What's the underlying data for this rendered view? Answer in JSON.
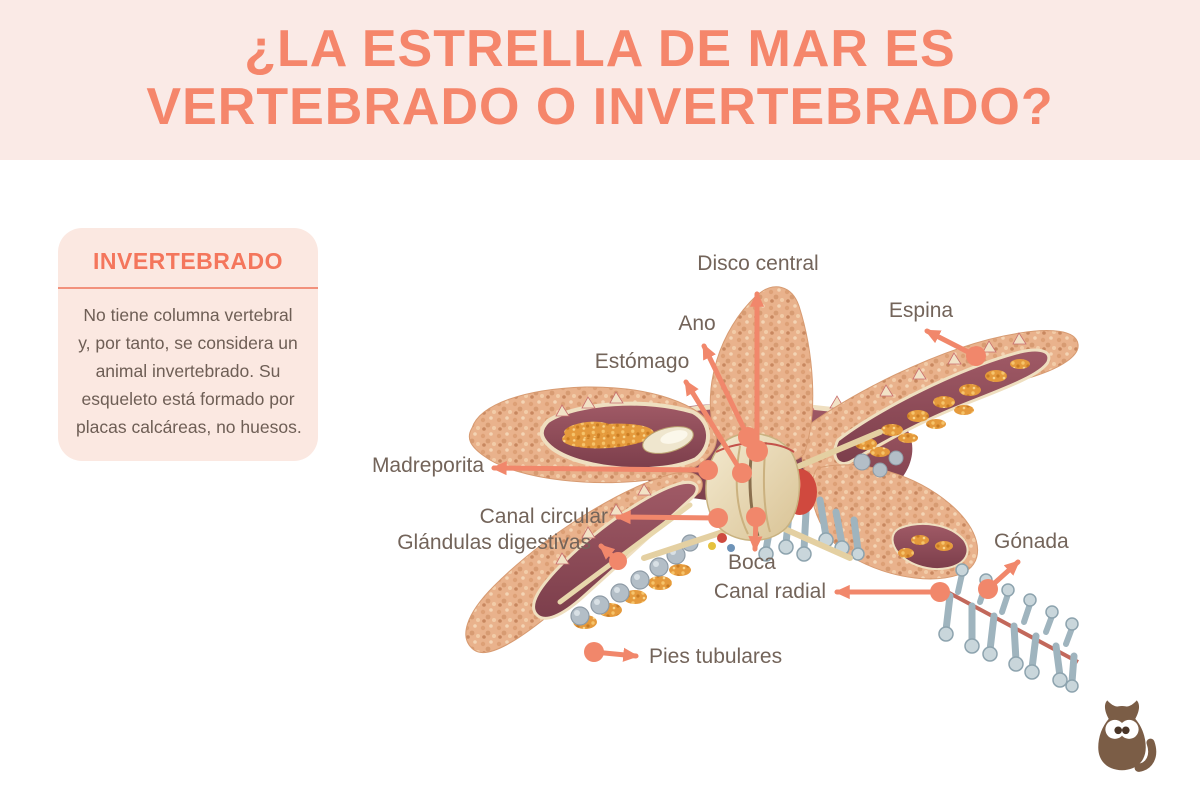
{
  "header": {
    "title_line1": "¿LA ESTRELLA DE MAR ES",
    "title_line2": "VERTEBRADO O INVERTEBRADO?"
  },
  "card": {
    "heading": "INVERTEBRADO",
    "body_lines": [
      "No tiene columna vertebral",
      "y, por tanto, se considera un",
      "animal invertebrado. Su",
      "esqueleto está formado por",
      "placas calcáreas, no huesos."
    ]
  },
  "diagram": {
    "illustration": "starfish-anatomy-cutaway",
    "labels": [
      {
        "id": "disco-central",
        "text": "Disco central"
      },
      {
        "id": "ano",
        "text": "Ano"
      },
      {
        "id": "estomago",
        "text": "Estómago"
      },
      {
        "id": "espina",
        "text": "Espina"
      },
      {
        "id": "madreporita",
        "text": "Madreporita"
      },
      {
        "id": "canal-circular",
        "text": "Canal circular"
      },
      {
        "id": "glandulas-digestivas",
        "text": "Glándulas digestivas"
      },
      {
        "id": "boca",
        "text": "Boca"
      },
      {
        "id": "canal-radial",
        "text": "Canal radial"
      },
      {
        "id": "gonada",
        "text": "Gónada"
      },
      {
        "id": "pies-tubulares",
        "text": "Pies tubulares"
      }
    ]
  },
  "logo": {
    "icon": "cat-mascot-icon"
  },
  "colors": {
    "accent_arrow": "#f1876b",
    "title_text": "#f5866b",
    "header_bg": "#faeae6",
    "card_bg": "#fbe8e1",
    "card_heading": "#f4765c",
    "label_text": "#73645a",
    "body_text": "#6e5e55",
    "logo_brown": "#7b5d46"
  }
}
